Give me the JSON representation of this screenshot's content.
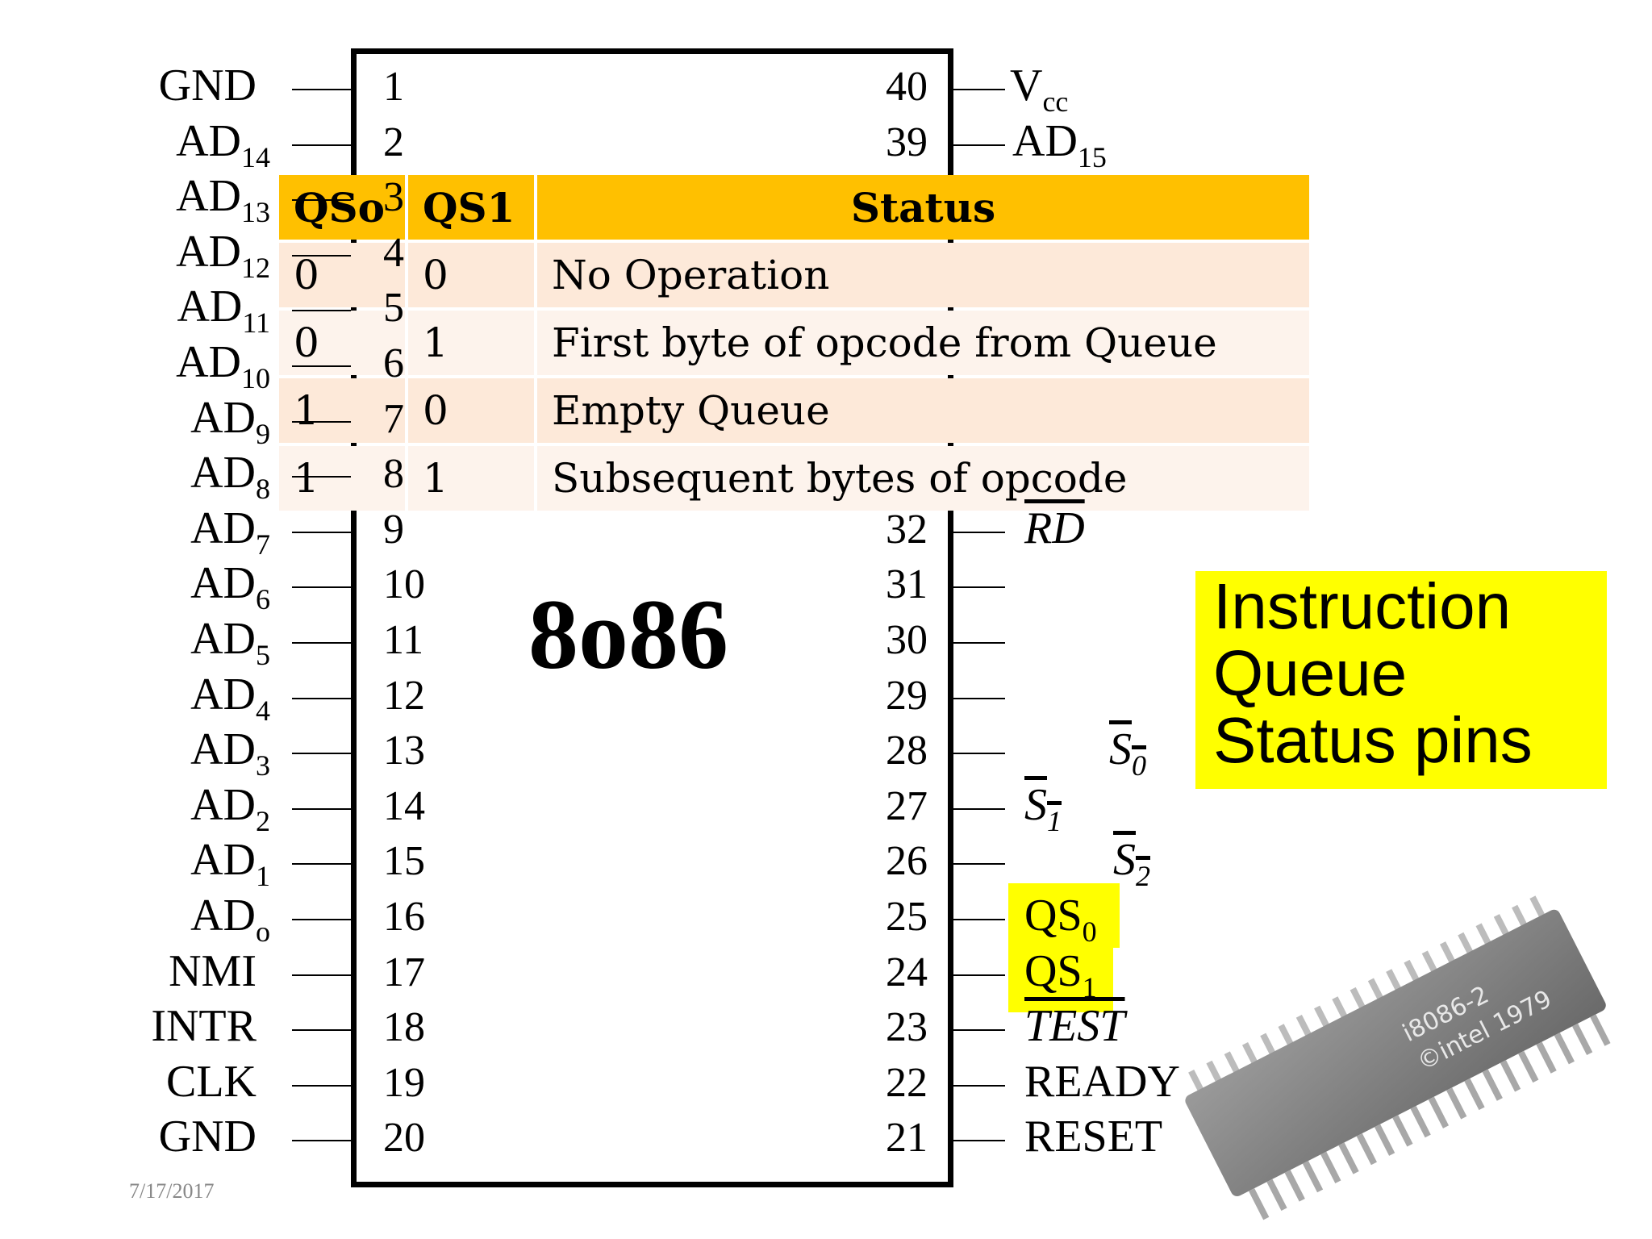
{
  "chip_label": "8o86",
  "date": "7/17/2017",
  "callout_text": [
    "Instruction",
    "Queue",
    "Status pins"
  ],
  "left_pins": [
    {
      "num": "1",
      "name": "GND",
      "sub": ""
    },
    {
      "num": "2",
      "name": "AD",
      "sub": "14"
    },
    {
      "num": "3",
      "name": "AD",
      "sub": "13"
    },
    {
      "num": "4",
      "name": "AD",
      "sub": "12"
    },
    {
      "num": "5",
      "name": "AD",
      "sub": "11"
    },
    {
      "num": "6",
      "name": "AD",
      "sub": "10"
    },
    {
      "num": "7",
      "name": "AD",
      "sub": "9"
    },
    {
      "num": "8",
      "name": "AD",
      "sub": "8"
    },
    {
      "num": "9",
      "name": "AD",
      "sub": "7"
    },
    {
      "num": "10",
      "name": "AD",
      "sub": "6"
    },
    {
      "num": "11",
      "name": "AD",
      "sub": "5"
    },
    {
      "num": "12",
      "name": "AD",
      "sub": "4"
    },
    {
      "num": "13",
      "name": "AD",
      "sub": "3"
    },
    {
      "num": "14",
      "name": "AD",
      "sub": "2"
    },
    {
      "num": "15",
      "name": "AD",
      "sub": "1"
    },
    {
      "num": "16",
      "name": "AD",
      "sub": "o"
    },
    {
      "num": "17",
      "name": "NMI",
      "sub": ""
    },
    {
      "num": "18",
      "name": "INTR",
      "sub": ""
    },
    {
      "num": "19",
      "name": "CLK",
      "sub": ""
    },
    {
      "num": "20",
      "name": "GND",
      "sub": ""
    }
  ],
  "right_pins": [
    {
      "num": "40",
      "name": "V",
      "sub": "cc"
    },
    {
      "num": "39",
      "name": "AD",
      "sub": "15"
    },
    {
      "num": "32",
      "name": "RD",
      "sub": ""
    },
    {
      "num": "31",
      "name": "",
      "sub": ""
    },
    {
      "num": "30",
      "name": "",
      "sub": ""
    },
    {
      "num": "29",
      "name": "",
      "sub": ""
    },
    {
      "num": "28",
      "name": "S",
      "sub": "0"
    },
    {
      "num": "27",
      "name": "S",
      "sub": "1"
    },
    {
      "num": "26",
      "name": "S",
      "sub": "2"
    },
    {
      "num": "25",
      "name": "QS",
      "sub": "0"
    },
    {
      "num": "24",
      "name": "QS",
      "sub": "1"
    },
    {
      "num": "23",
      "name": "TEST",
      "sub": ""
    },
    {
      "num": "22",
      "name": "READY",
      "sub": ""
    },
    {
      "num": "21",
      "name": "RESET",
      "sub": ""
    }
  ],
  "table": {
    "headers": [
      "QSo",
      "QS1",
      "Status"
    ],
    "rows": [
      [
        "0",
        "0",
        "No Operation"
      ],
      [
        "0",
        "1",
        "First byte of opcode from Queue"
      ],
      [
        "1",
        "0",
        "Empty Queue"
      ],
      [
        "1",
        "1",
        "Subsequent bytes of opcode"
      ]
    ]
  },
  "photo_chip_text": [
    "i8086-2",
    "©intel 1979"
  ],
  "colors": {
    "table_header": "#ffc000",
    "row_a": "#fde9d9",
    "row_b": "#fdf3ec",
    "highlight": "#ffff00"
  }
}
